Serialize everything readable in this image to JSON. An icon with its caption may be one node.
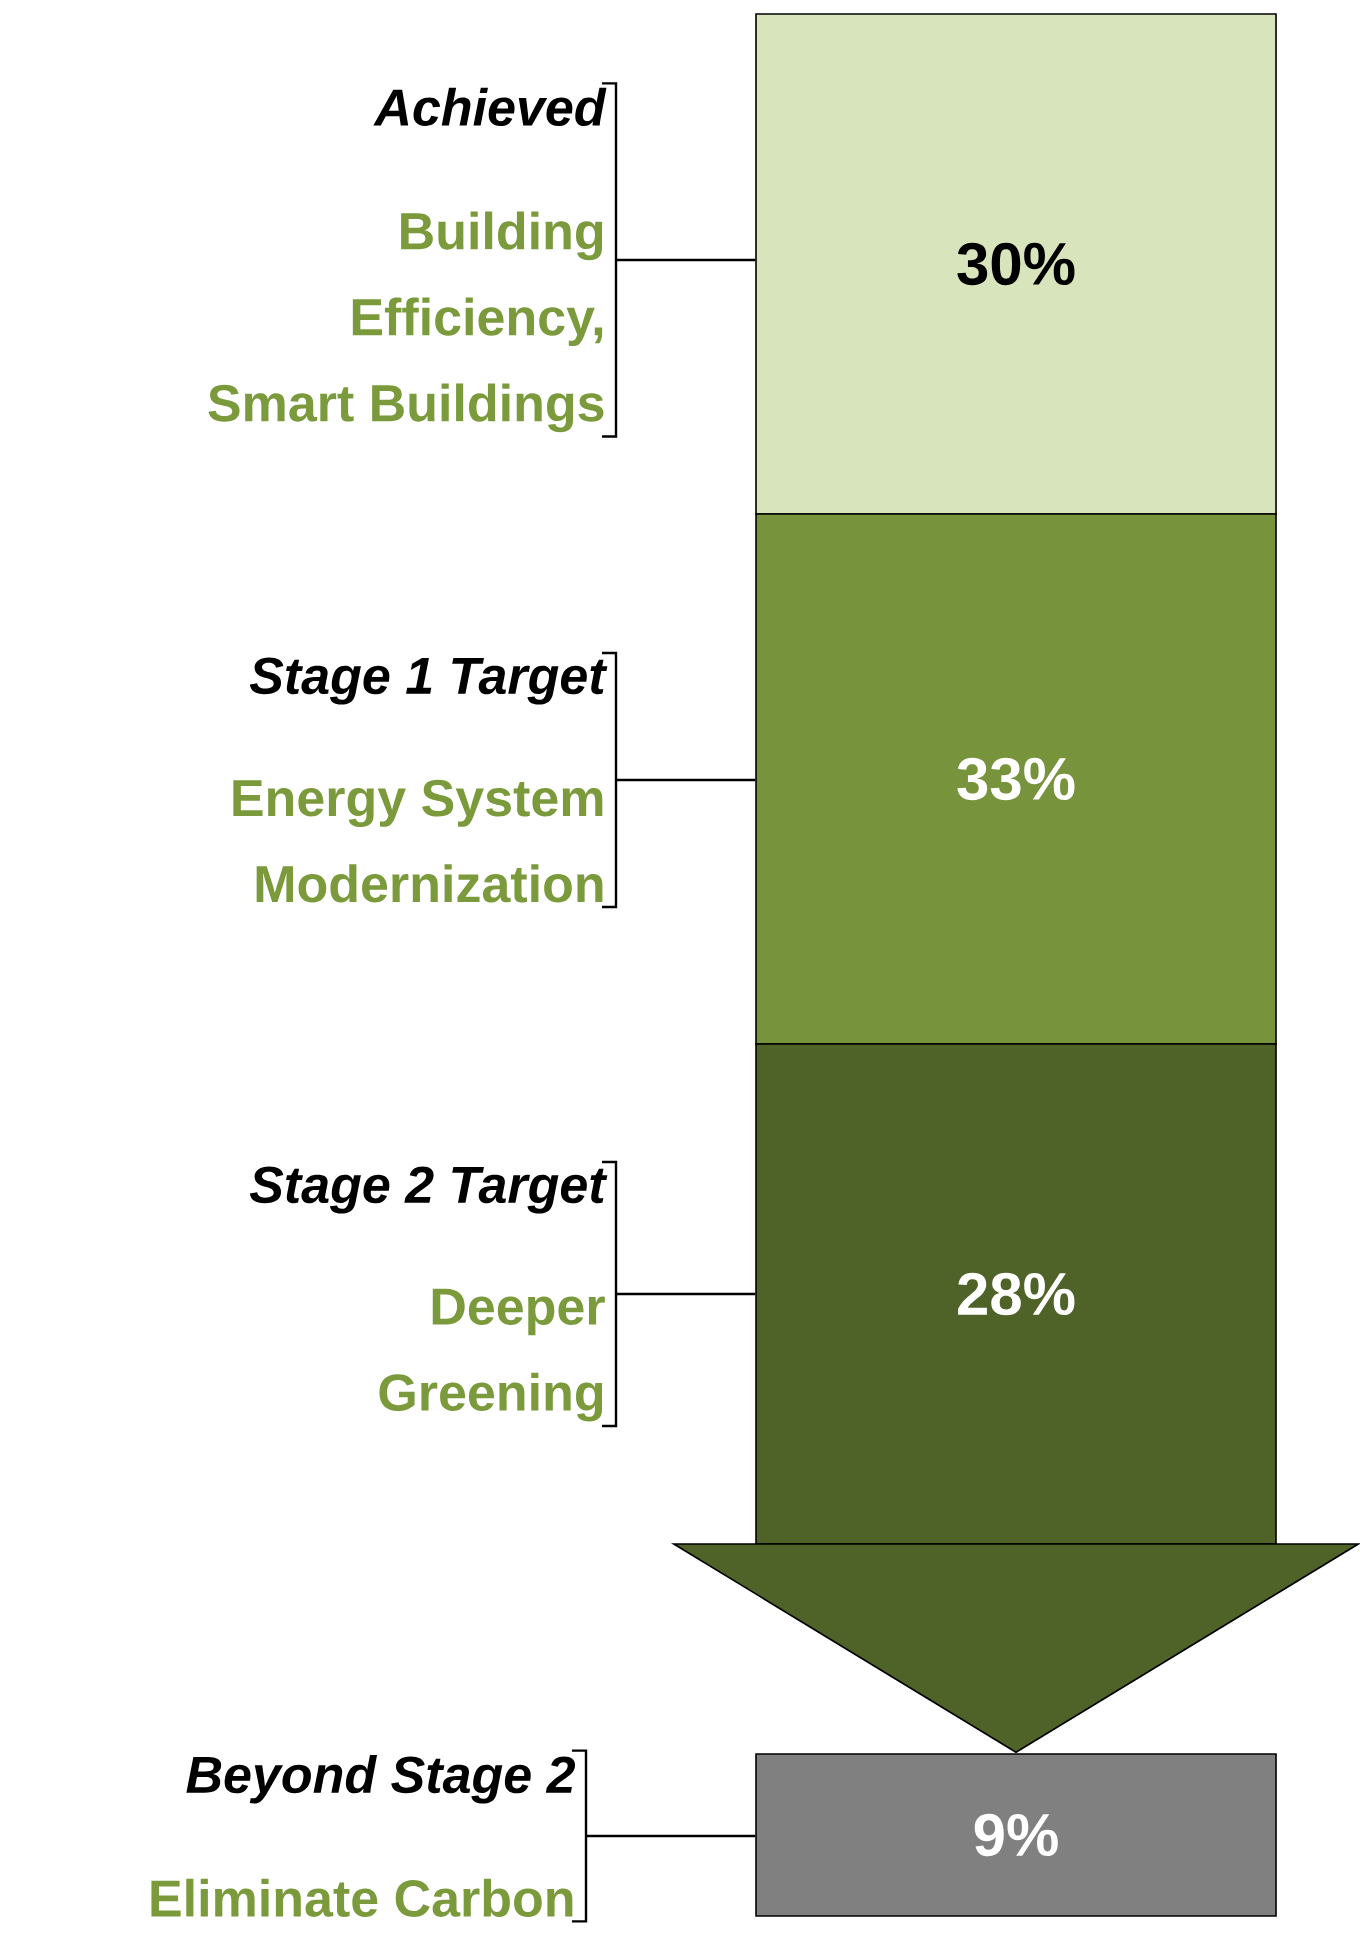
{
  "diagram": {
    "nodes": [
      {
        "text": [
          "30%"
        ]
      },
      {
        "text": [
          "33%"
        ]
      },
      {
        "text": [
          "28%"
        ]
      },
      {
        "text": [
          "9%"
        ]
      },
      {
        "text": [
          "Achieved",
          "Building Efficiency, Smart Buildings"
        ]
      },
      {
        "text": [
          "Stage 1 Target",
          "Energy System Modernization"
        ]
      },
      {
        "text": [
          "Stage 2 Target",
          "Deeper Greening"
        ]
      },
      {
        "text": [
          "Beyond Stage 2",
          "Eliminate Carbon"
        ]
      }
    ],
    "edges": [
      {
        "from": 2,
        "to": 3,
        "arrow": "to"
      },
      {
        "from": 4,
        "to": 0,
        "arrow": "none"
      },
      {
        "from": 5,
        "to": 1,
        "arrow": "none"
      },
      {
        "from": 6,
        "to": 2,
        "arrow": "none"
      },
      {
        "from": 7,
        "to": 3,
        "arrow": "none"
      }
    ]
  }
}
